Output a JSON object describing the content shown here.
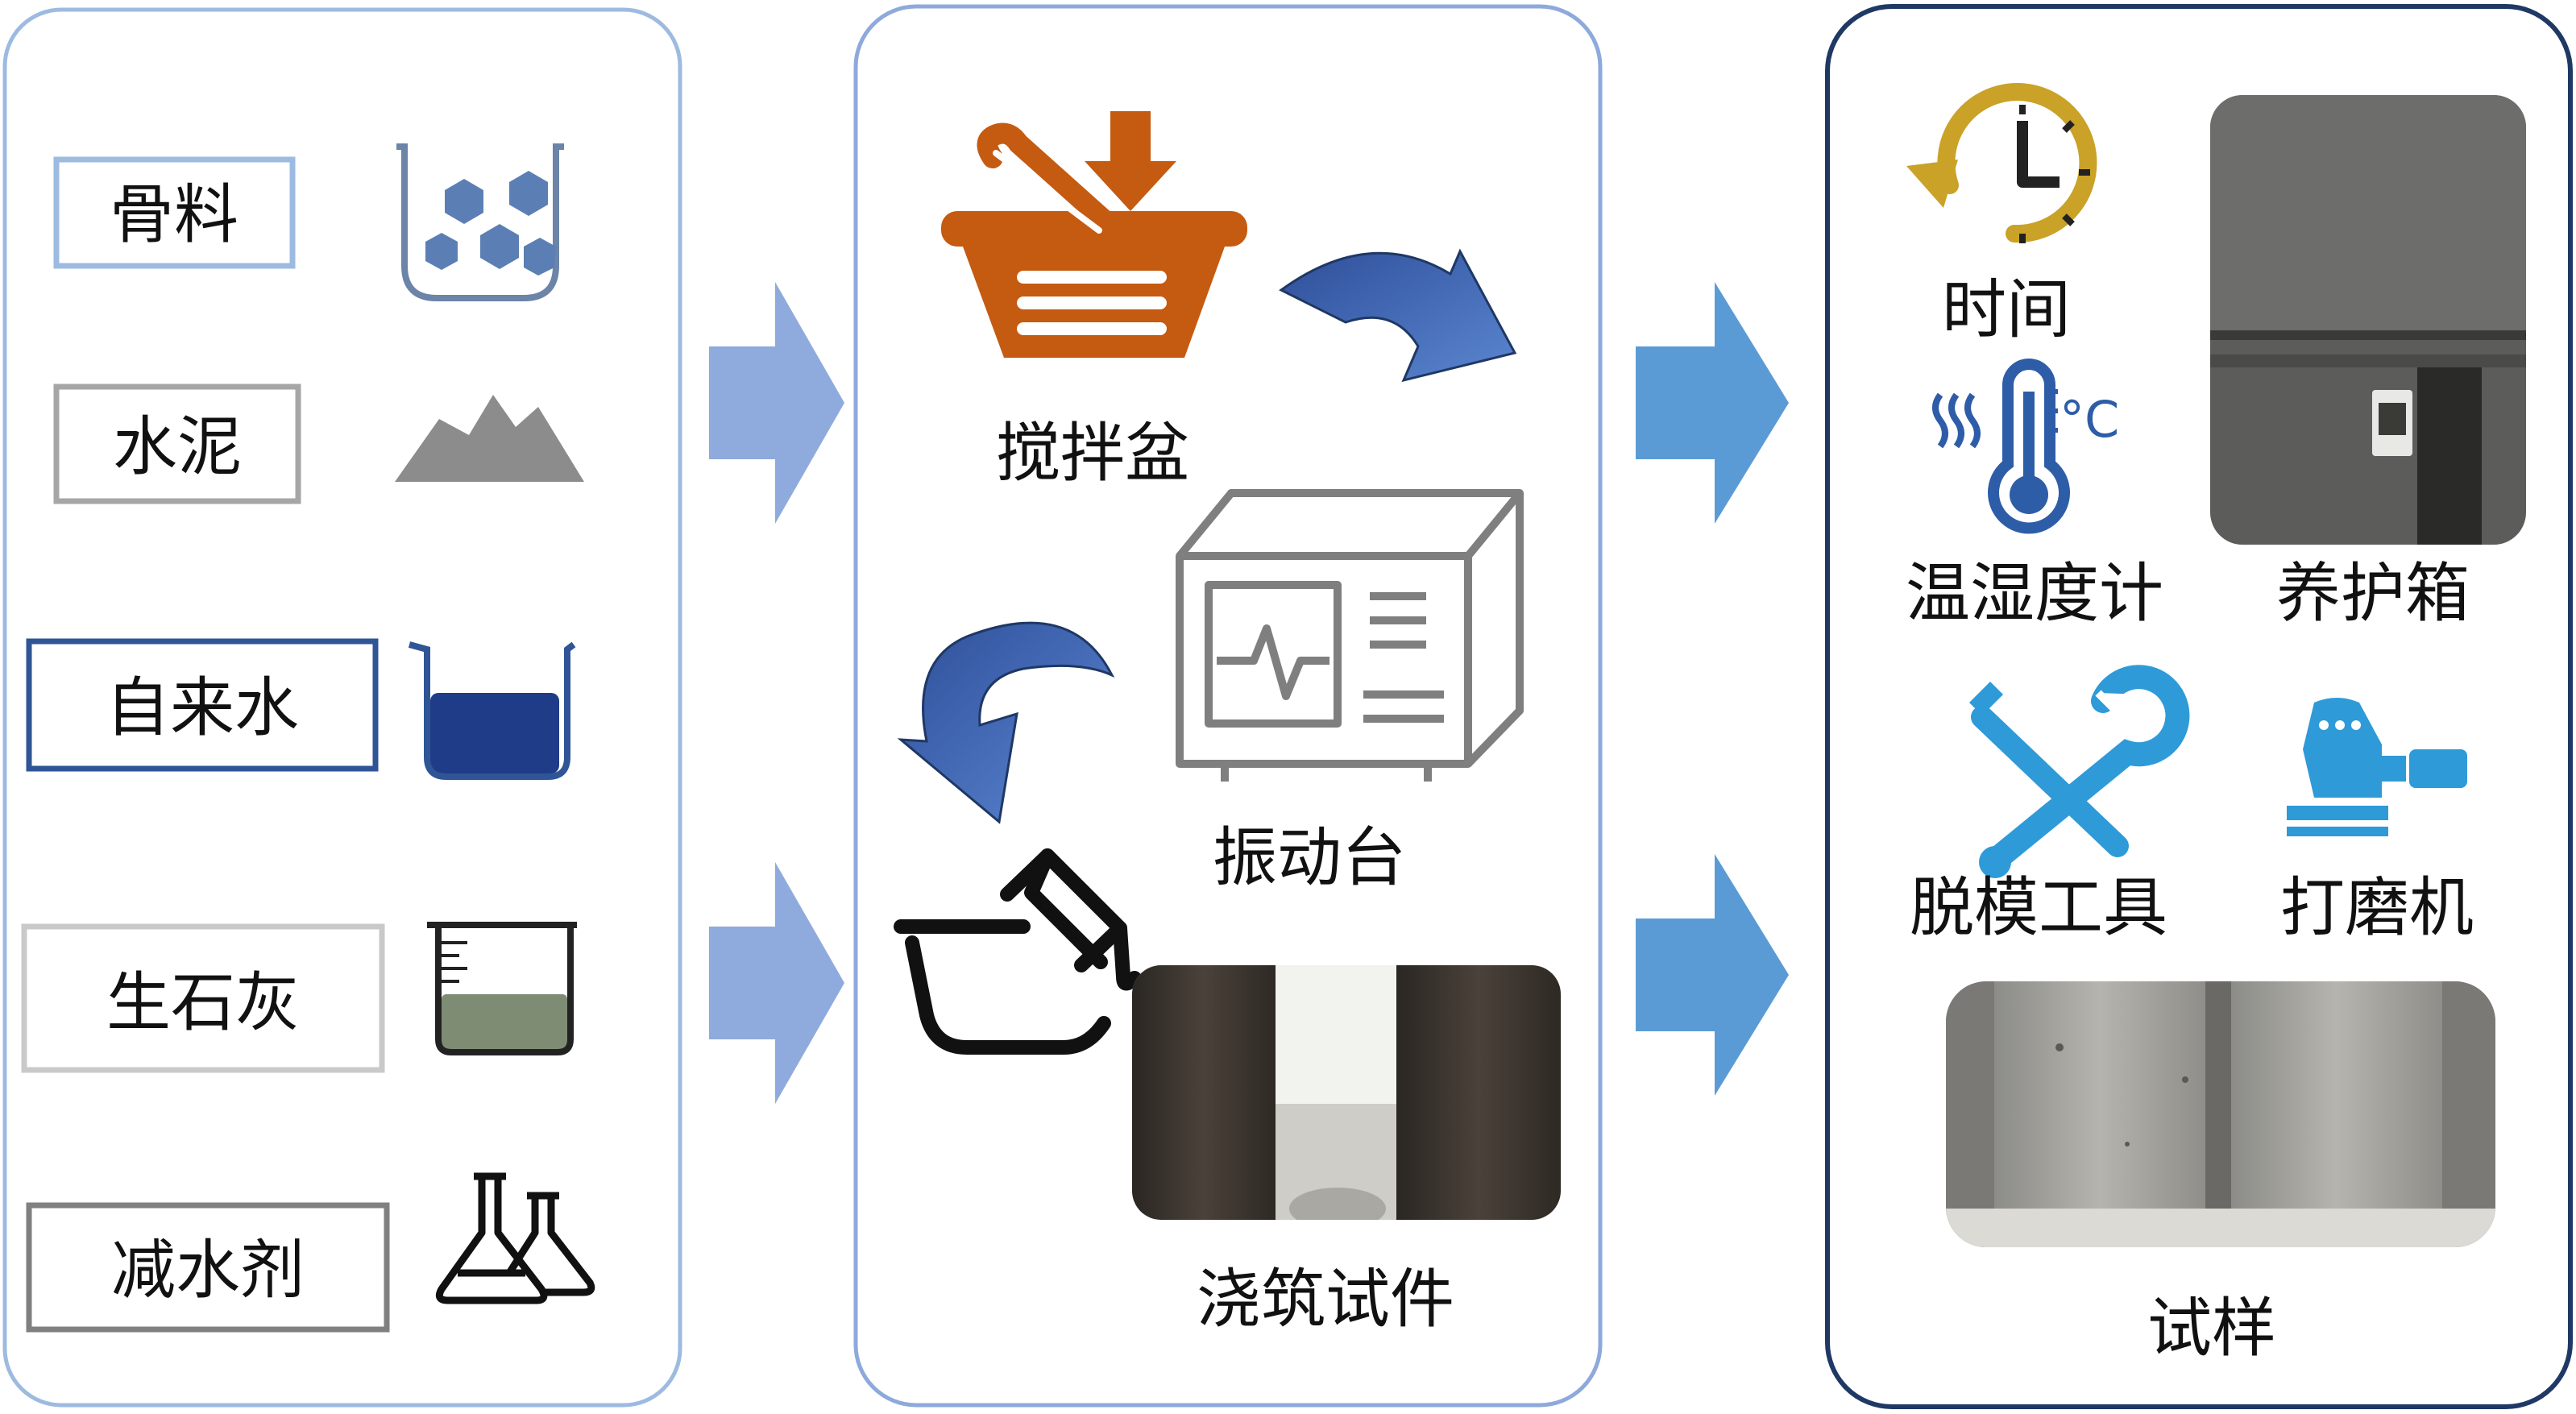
{
  "materials": [
    {
      "label": "骨料",
      "icon": "aggregate-beaker-icon",
      "border_color": "#9DBBE0"
    },
    {
      "label": "水泥",
      "icon": "cement-pile-icon",
      "border_color": "#A6A6A6"
    },
    {
      "label": "自来水",
      "icon": "water-beaker-icon",
      "border_color": "#2F5597"
    },
    {
      "label": "生石灰",
      "icon": "lime-beaker-icon",
      "border_color": "#C9C9C9"
    },
    {
      "label": "减水剂",
      "icon": "flask-icon",
      "border_color": "#808080"
    }
  ],
  "casting": {
    "mixer_label": "搅拌盆",
    "vibration_label": "振动台",
    "casting_label": "浇筑试件"
  },
  "curing": {
    "time_label": "时间",
    "thermo_label": "温湿度计",
    "chamber_label": "养护箱",
    "demold_label": "脱模工具",
    "sander_label": "打磨机",
    "specimen_label": "试样",
    "degree_symbol": "°C"
  },
  "colors": {
    "panel_left": "#9DBBE0",
    "panel_mid": "#8EA9DB",
    "panel_right": "#1F3864",
    "arrow_light": "#8FAADC",
    "arrow_mid": "#5B9BD5",
    "mixer_orange": "#C55A11",
    "clock_gold": "#C9A227",
    "tool_blue": "#2E9AD8",
    "curve_arrow": "#3B5EAB"
  }
}
